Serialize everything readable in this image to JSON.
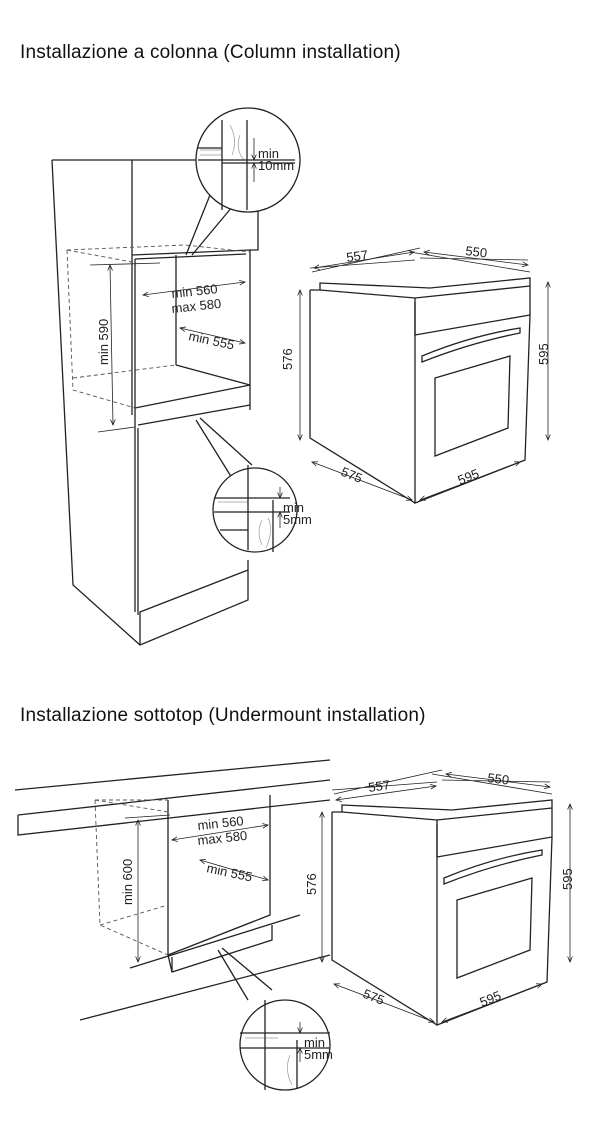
{
  "sections": [
    {
      "title": "Installazione a colonna (Column installation)",
      "cabinet_labels": {
        "height": "min 590",
        "width_min": "min 560",
        "width_max": "max 580",
        "depth": "min 555"
      },
      "detail_top": {
        "line1": "min",
        "line2": "10mm"
      },
      "detail_bottom": {
        "line1": "min",
        "line2": "5mm"
      },
      "oven_dims": {
        "depth_top": "557",
        "width_top": "550",
        "height_side": "576",
        "height_front": "595",
        "depth_bottom": "575",
        "width_bottom": "595"
      }
    },
    {
      "title": "Installazione sottotop (Undermount installation)",
      "cabinet_labels": {
        "height": "min 600",
        "width_min": "min 560",
        "width_max": "max 580",
        "depth": "min 555"
      },
      "detail_bottom": {
        "line1": "min",
        "line2": "5mm"
      },
      "oven_dims": {
        "depth_top": "557",
        "width_top": "550",
        "height_side": "576",
        "height_front": "595",
        "depth_bottom": "575",
        "width_bottom": "595"
      }
    }
  ]
}
